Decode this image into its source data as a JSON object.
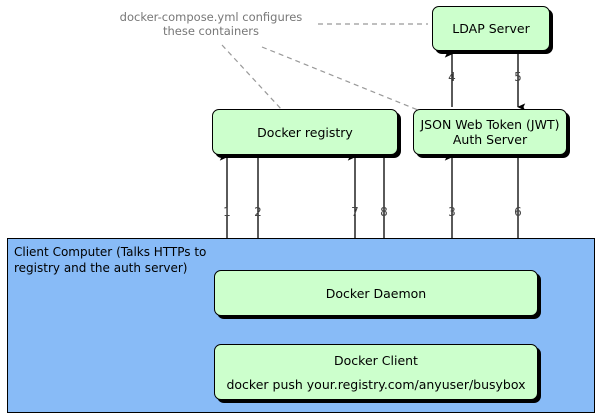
{
  "diagram": {
    "title_note": {
      "line1": "docker-compose.yml",
      "line2": "configures these containers"
    },
    "client_zone": {
      "label_line1": "Client",
      "label_line2": "Computer",
      "label_line3": "(Talks HTTPs to registry",
      "label_line4": "and the auth server)",
      "fill_color": "#88bbf7"
    },
    "nodes": {
      "ldap": {
        "label": "LDAP Server"
      },
      "registry": {
        "label": "Docker registry"
      },
      "jwt": {
        "label_line1": "JSON Web Token (JWT)",
        "label_line2": "Auth Server"
      },
      "daemon": {
        "label": "Docker Daemon"
      },
      "client": {
        "label": "Docker Client",
        "command": "docker push your.registry.com/anyuser/busybox"
      }
    },
    "node_fill_color": "#ccffcc",
    "flow_labels": [
      {
        "id": "1",
        "text": "1",
        "from": "Docker Daemon",
        "to": "Docker registry",
        "direction": "up"
      },
      {
        "id": "2",
        "text": "2",
        "from": "Docker registry",
        "to": "Docker Daemon",
        "direction": "down"
      },
      {
        "id": "3",
        "text": "3",
        "from": "Docker Daemon",
        "to": "JSON Web Token (JWT) Auth Server",
        "direction": "up"
      },
      {
        "id": "4",
        "text": "4",
        "from": "JSON Web Token (JWT) Auth Server",
        "to": "LDAP Server",
        "direction": "up"
      },
      {
        "id": "5",
        "text": "5",
        "from": "LDAP Server",
        "to": "JSON Web Token (JWT) Auth Server",
        "direction": "down"
      },
      {
        "id": "6",
        "text": "6",
        "from": "JSON Web Token (JWT) Auth Server",
        "to": "Docker Daemon",
        "direction": "down"
      },
      {
        "id": "7",
        "text": "7",
        "from": "Docker Daemon",
        "to": "Docker registry",
        "direction": "up"
      },
      {
        "id": "8",
        "text": "8",
        "from": "Docker registry",
        "to": "Docker Daemon",
        "direction": "down"
      }
    ]
  }
}
